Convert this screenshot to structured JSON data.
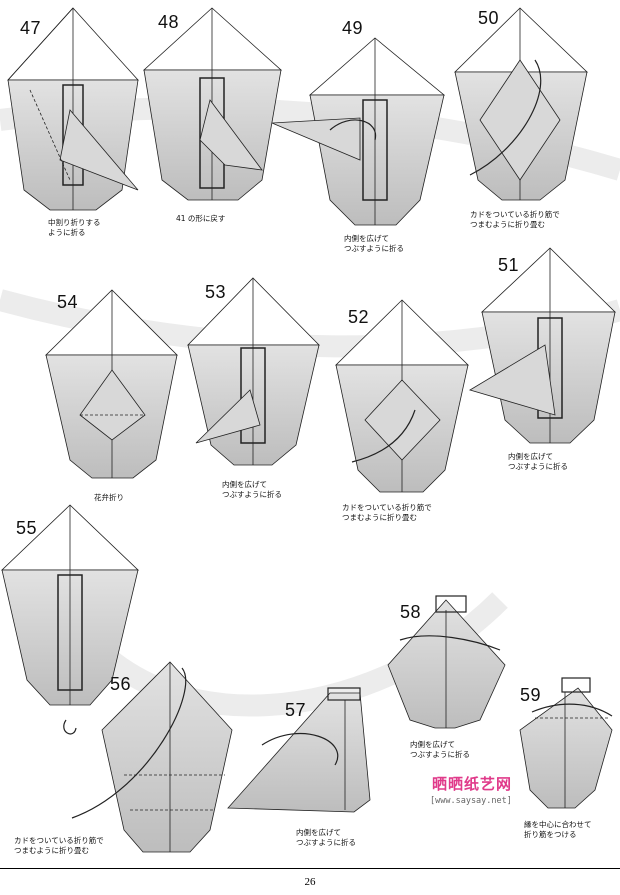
{
  "steps": [
    {
      "num": "47",
      "caption": "中割り折りする\nように折る"
    },
    {
      "num": "48",
      "caption": "41 の形に戻す"
    },
    {
      "num": "49",
      "caption": "内側を広げて\nつぶすように折る"
    },
    {
      "num": "50",
      "caption": "カドをついている折り筋で\nつまむように折り畳む"
    },
    {
      "num": "54",
      "caption": "花弁折り"
    },
    {
      "num": "53",
      "caption": "内側を広げて\nつぶすように折る"
    },
    {
      "num": "52",
      "caption": "カドをついている折り筋で\nつまむように折り畳む"
    },
    {
      "num": "51",
      "caption": "内側を広げて\nつぶすように折る"
    },
    {
      "num": "55",
      "caption": ""
    },
    {
      "num": "56",
      "caption": "カドをついている折り筋で\nつまむように折り畳む"
    },
    {
      "num": "57",
      "caption": "内側を広げて\nつぶすように折る"
    },
    {
      "num": "58",
      "caption": "内側を広げて\nつぶすように折る"
    },
    {
      "num": "59",
      "caption": "縁を中心に合わせて\n折り筋をつける"
    }
  ],
  "watermark": {
    "title": "晒晒纸艺网",
    "url": "[www.saysay.net]"
  },
  "page_number": "26",
  "colors": {
    "paper_shade": "#cfcfcf",
    "paper_light": "#ffffff",
    "line": "#222222",
    "watermark": "#e03a8a"
  }
}
